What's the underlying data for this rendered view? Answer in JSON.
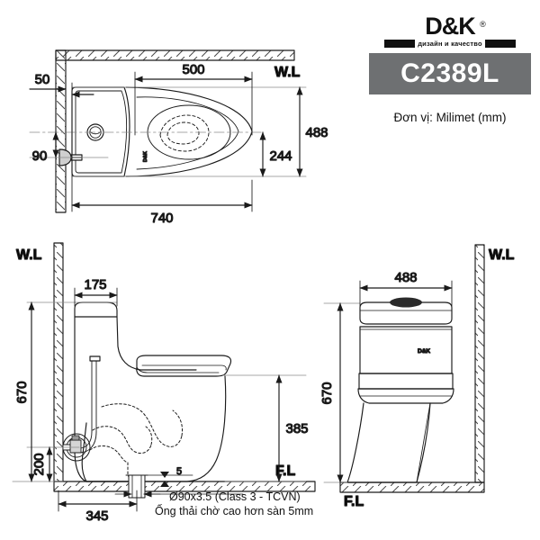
{
  "brand": {
    "name": "D&K",
    "registered_mark": "®",
    "tagline": "дизайн и качество",
    "model": "C2389L",
    "unit_note": "Đơn vị: Milimet  (mm)",
    "badge_color": "#6e7072",
    "line_color": "#1a1a1a",
    "mark_top_view": "D&K",
    "mark_front_view": "D&K"
  },
  "views": {
    "top": {
      "name": "top-view",
      "labels": {
        "wall_line": "W.L",
        "wall_gap": "50",
        "inlet_height": "90",
        "bowl_length": "500",
        "total_length": "740",
        "bowl_width": "244",
        "total_width": "488"
      }
    },
    "side": {
      "name": "side-view",
      "labels": {
        "wall_line": "W.L",
        "floor_line": "F.L",
        "tank_depth": "175",
        "total_height": "670",
        "seat_height": "385",
        "valve_height": "200",
        "drain_from_wall": "345",
        "drain_above_floor": "5"
      }
    },
    "front": {
      "name": "front-view",
      "labels": {
        "wall_line": "W.L",
        "floor_line": "F.L",
        "width": "488",
        "height": "670"
      }
    }
  },
  "notes": {
    "drain_spec": "Ø90x3.5 (Class 3 - TCVN)",
    "drain_text": "Ống thải chờ cao hơn sàn 5mm"
  }
}
